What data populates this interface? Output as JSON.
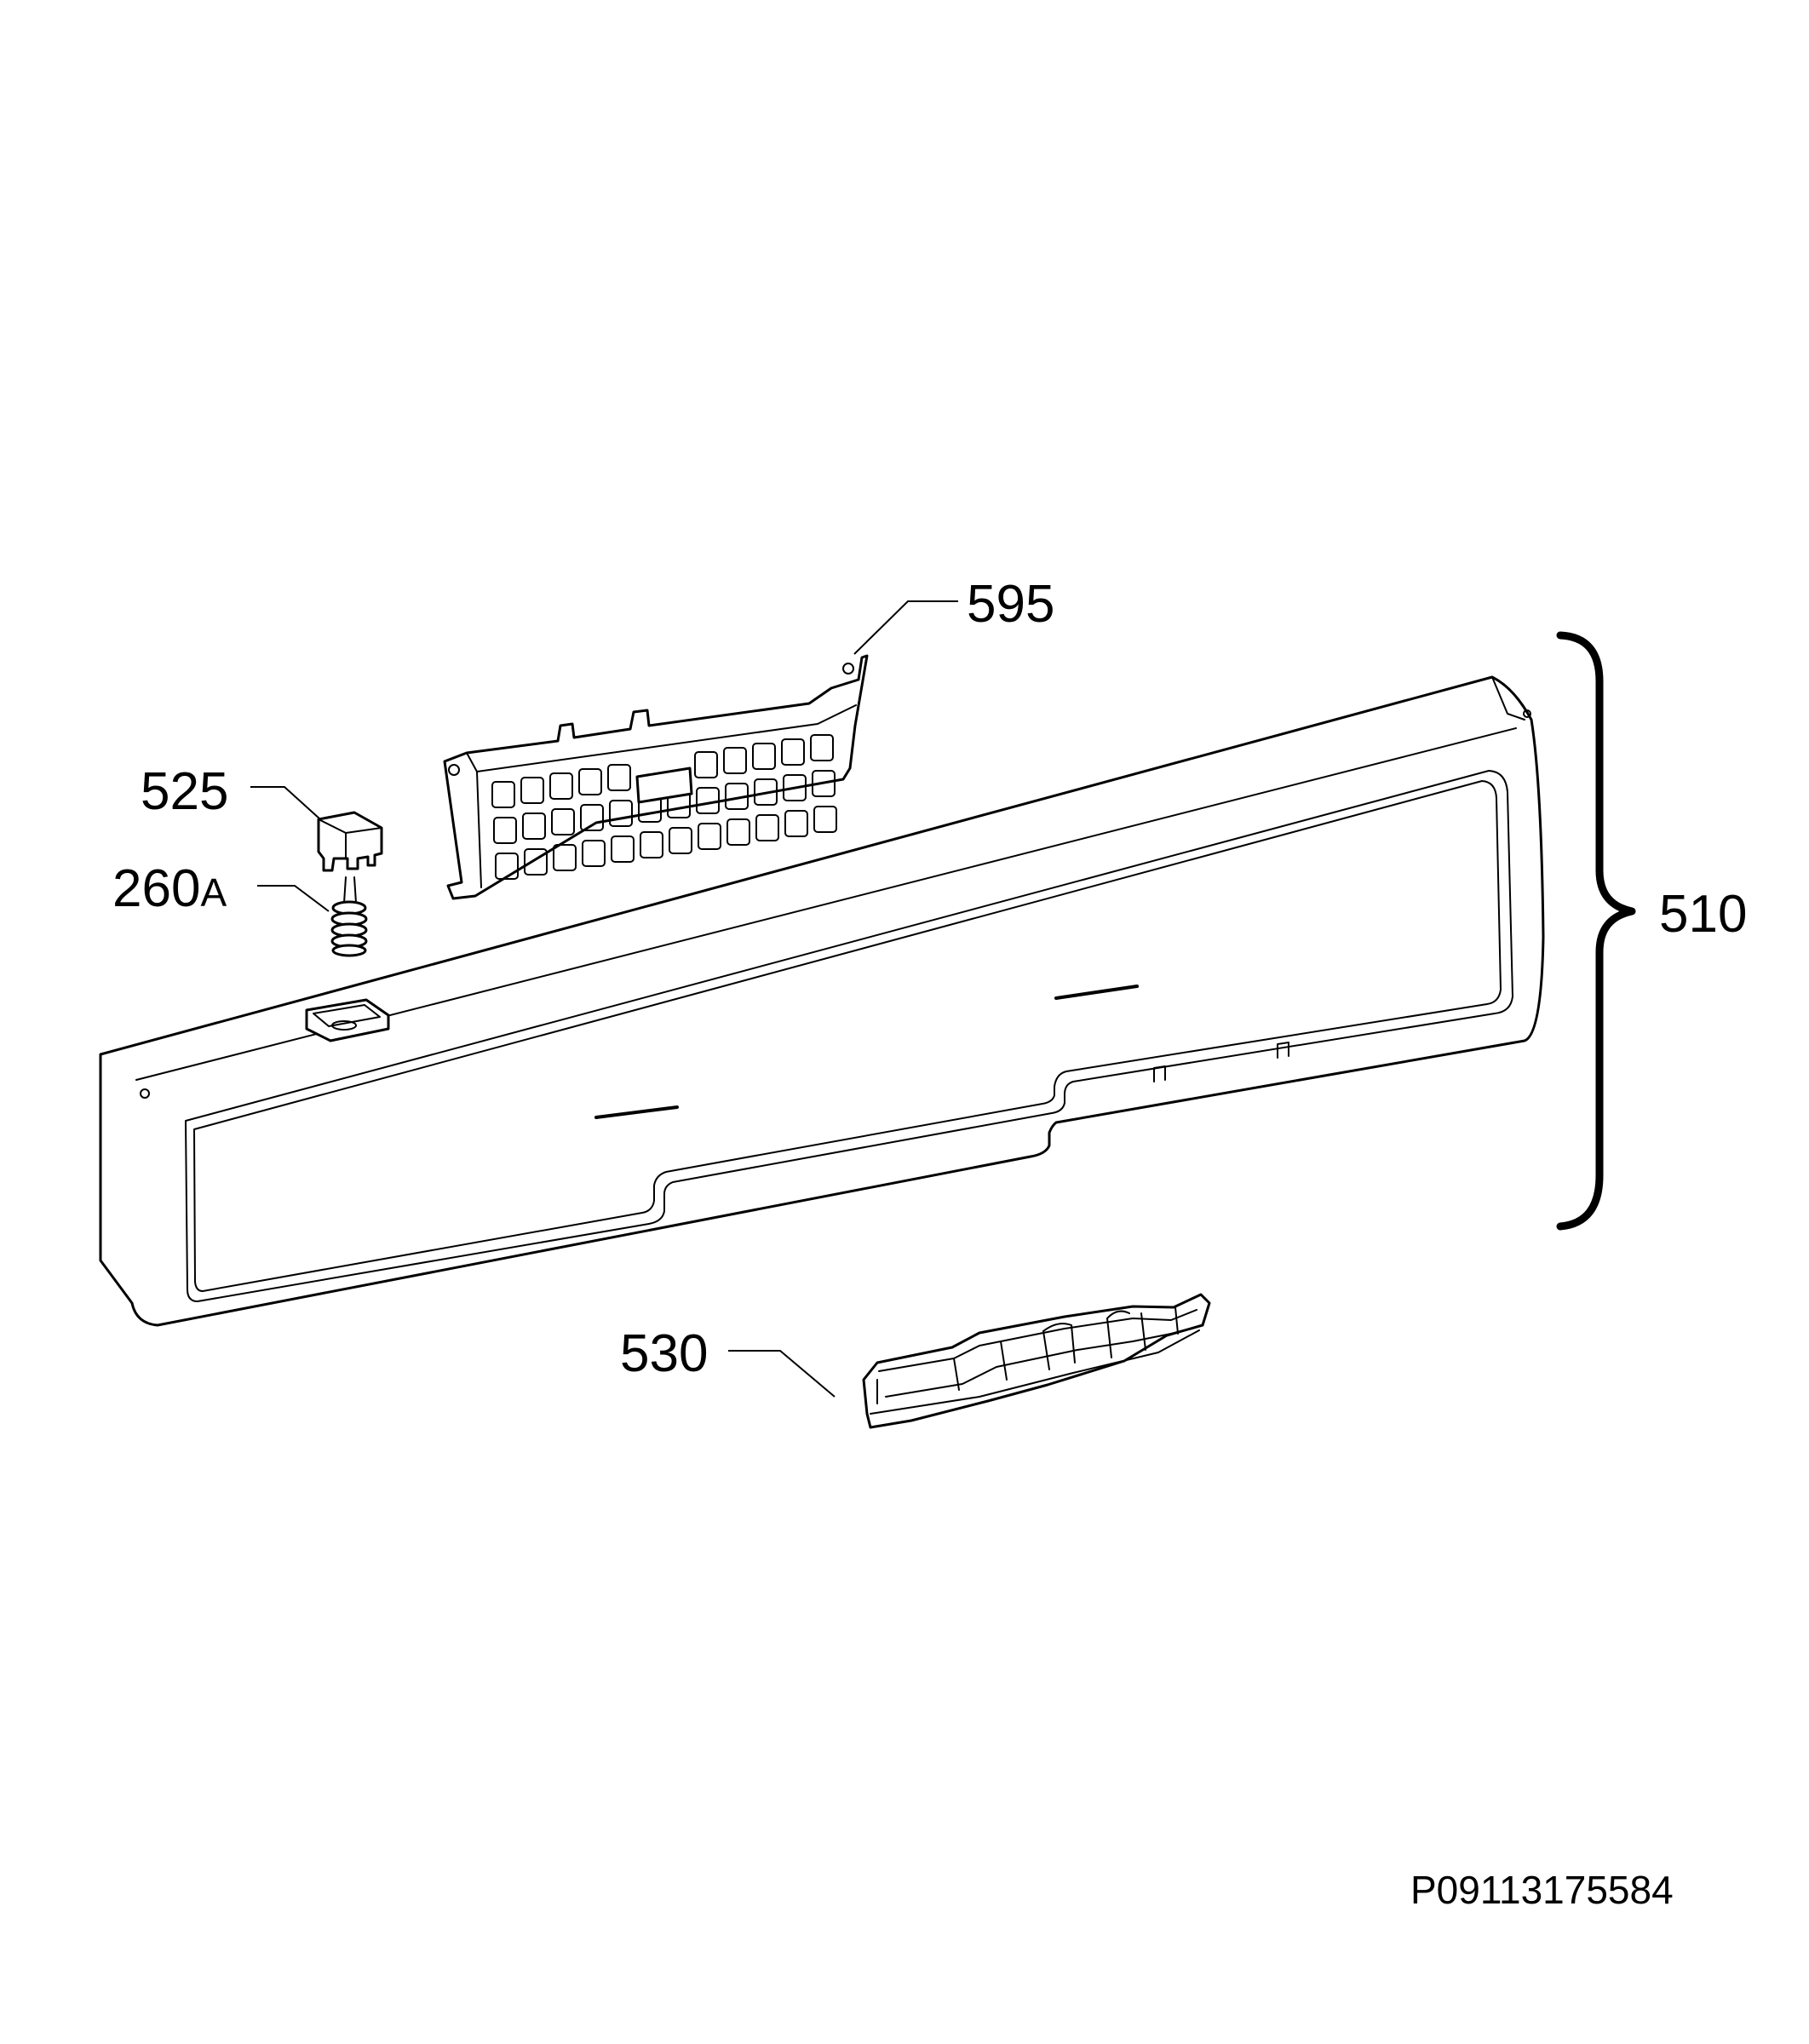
{
  "callouts": {
    "p595": {
      "number": "595"
    },
    "p525": {
      "number": "525"
    },
    "p260a": {
      "number": "260",
      "suffix": "A"
    },
    "p510": {
      "number": "510"
    },
    "p530": {
      "number": "530"
    }
  },
  "document_reference": "P09113175584",
  "icons": {
    "control_panel": "control-panel-fascia",
    "button_frame": "button-keypad-frame",
    "push_button": "push-button-cap",
    "spring": "compression-spring",
    "mounting_bracket": "mounting-bracket",
    "assembly_brace": "curly-brace"
  }
}
